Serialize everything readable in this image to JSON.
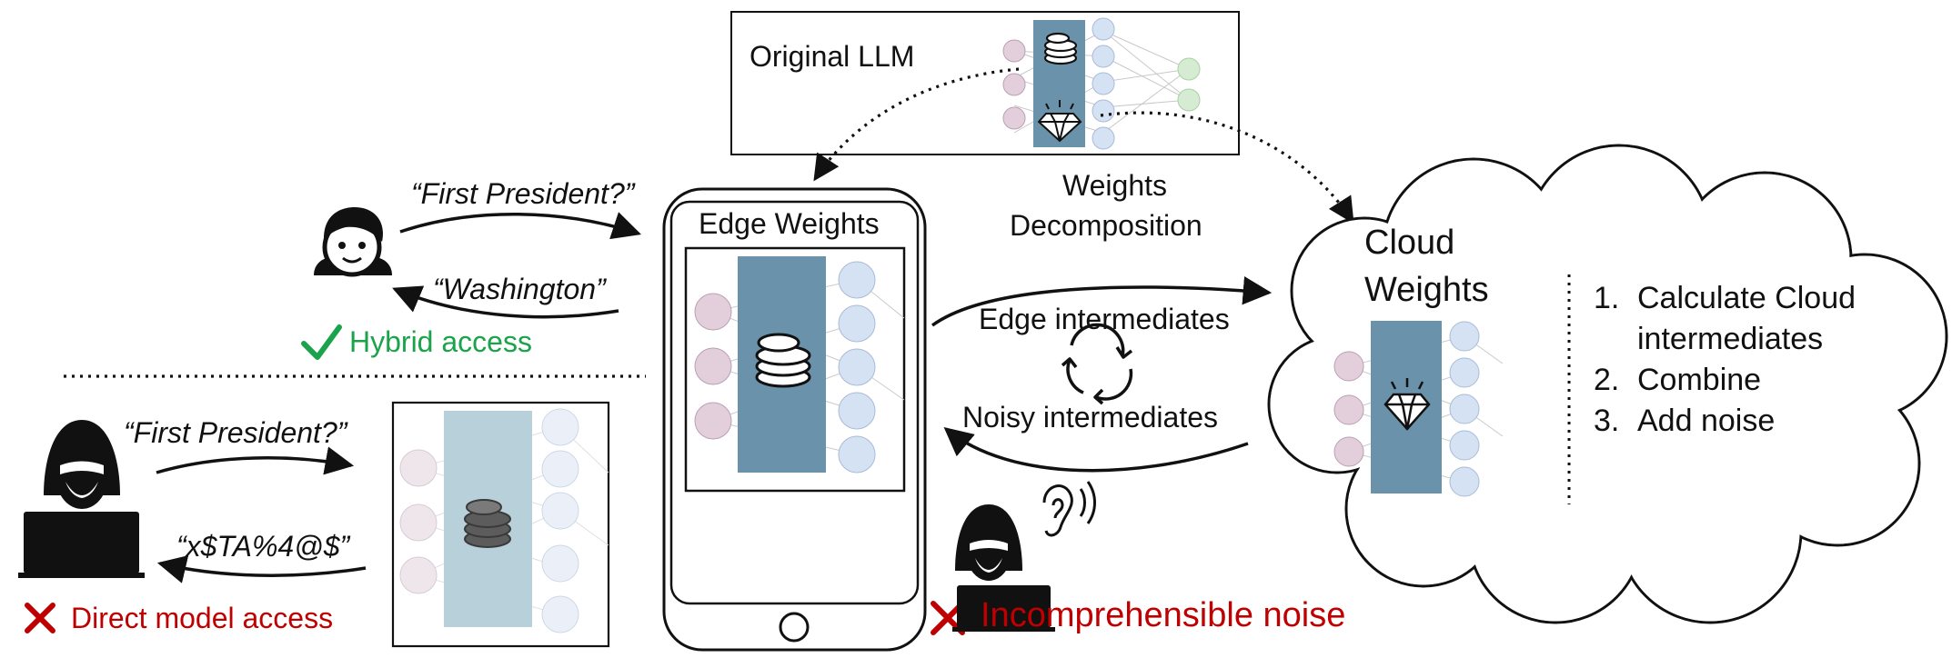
{
  "original_model": {
    "title": "Original LLM"
  },
  "decomposition": {
    "line1": "Weights",
    "line2": "Decomposition"
  },
  "user": {
    "query": "“First President?”",
    "answer": "“Washington”",
    "status": "Hybrid access"
  },
  "attacker": {
    "query": "“First President?”",
    "answer": "“x$TA%4@$”",
    "status": "Direct model access"
  },
  "phone": {
    "title": "Edge Weights"
  },
  "cloud": {
    "title_line1": "Cloud",
    "title_line2": "Weights",
    "steps": [
      {
        "num": "1.",
        "text": "Calculate Cloud intermediates"
      },
      {
        "num": "2.",
        "text": "Combine"
      },
      {
        "num": "3.",
        "text": "Add noise"
      }
    ]
  },
  "exchange": {
    "edge_label": "Edge intermediates",
    "noisy_label": "Noisy intermediates",
    "eavesdropper_status": "Incomprehensible noise"
  },
  "colors": {
    "ok": "#1aa34a",
    "bad": "#c00000",
    "panel_blue": "#6a93ab",
    "panel_light": "#b7d0da",
    "node_pink": "#e3cfdc",
    "node_blue": "#d5e2f3",
    "node_green": "#d5ecd3"
  }
}
